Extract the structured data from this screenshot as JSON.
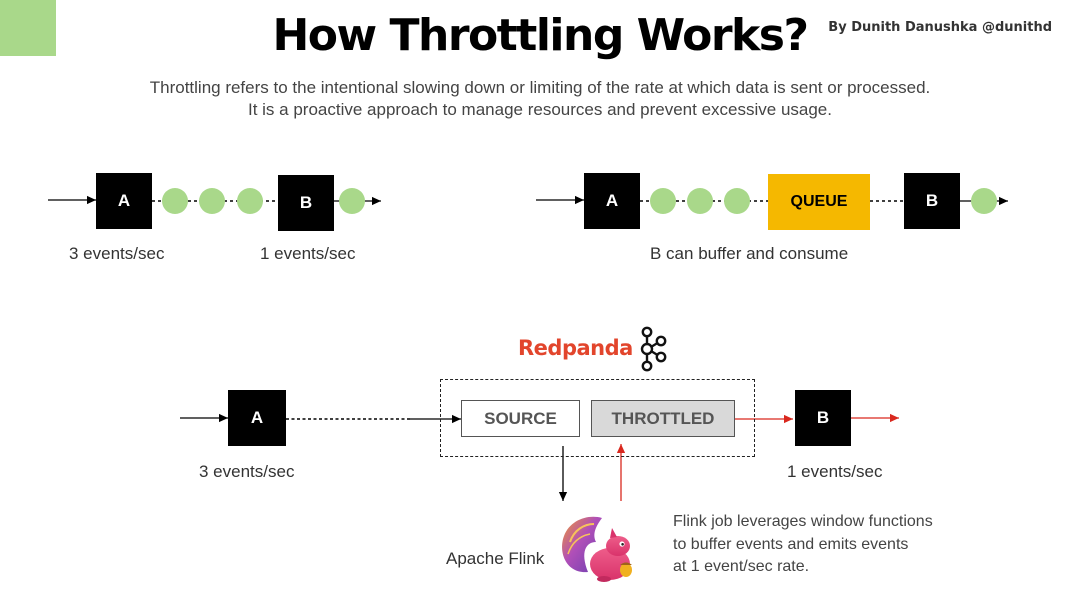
{
  "header": {
    "title": "How Throttling Works?",
    "byline": "By Dunith Danushka @dunithd",
    "subtitle_line1": "Throttling refers to the intentional slowing down or limiting of the rate at which data is sent or processed.",
    "subtitle_line2": "It is a proactive approach to manage resources and prevent excessive usage."
  },
  "diagram1": {
    "producer": "A",
    "consumer": "B",
    "producer_rate": "3 events/sec",
    "consumer_rate": "1 events/sec"
  },
  "diagram2": {
    "producer": "A",
    "queue": "QUEUE",
    "consumer": "B",
    "caption": "B can buffer and consume"
  },
  "diagram3": {
    "brand": "Redpanda",
    "producer": "A",
    "source_topic": "SOURCE",
    "throttled_topic": "THROTTLED",
    "consumer": "B",
    "producer_rate": "3 events/sec",
    "consumer_rate": "1 events/sec",
    "processor": "Apache Flink",
    "note_line1": "Flink job leverages window functions",
    "note_line2": "to buffer events and emits events",
    "note_line3": "at 1 event/sec rate."
  },
  "colors": {
    "accent_green": "#a9d88a",
    "queue_yellow": "#f5b800",
    "redpanda_red": "#e2452c",
    "flow_red": "#d9281e"
  },
  "icons": [
    "kafka-icon",
    "flink-squirrel-icon"
  ]
}
